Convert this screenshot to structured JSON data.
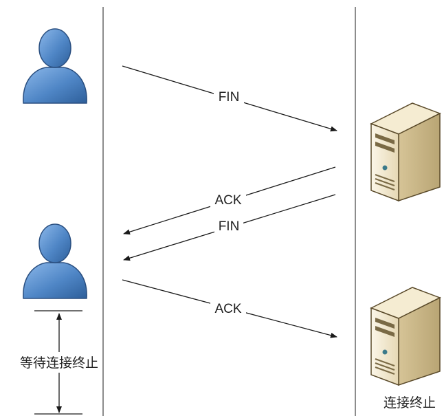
{
  "messages": [
    {
      "label": "FIN"
    },
    {
      "label": "ACK"
    },
    {
      "label": "FIN"
    },
    {
      "label": "ACK"
    }
  ],
  "client_wait_label": "等待连接终止",
  "server_closed_label": "连接终止",
  "colors": {
    "person_body": "#4f86c6",
    "person_dark": "#2e5f9a",
    "server_body": "#efe4c8",
    "line": "#1a1a1a",
    "divider": "#666666"
  },
  "icons": [
    "person-icon",
    "server-icon"
  ]
}
